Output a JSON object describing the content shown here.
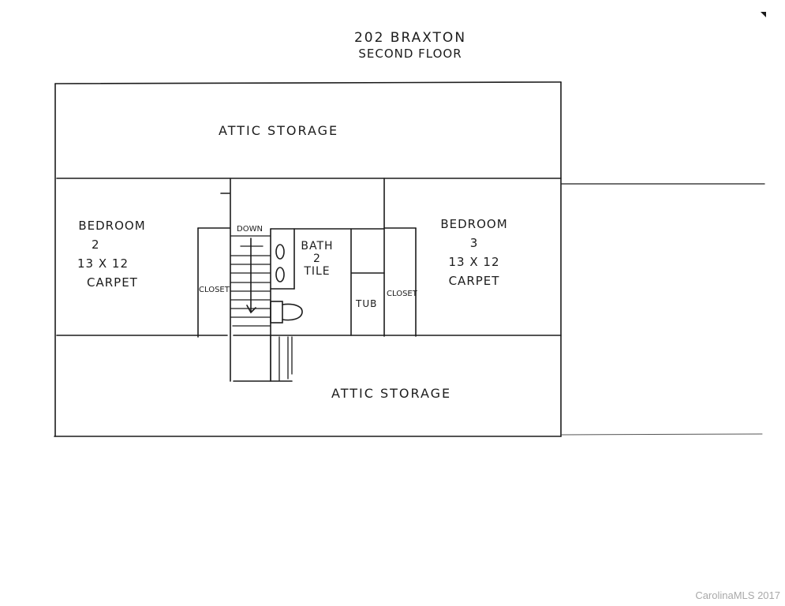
{
  "title": {
    "address": "202 BRAXTON",
    "floor": "SECOND FLOOR"
  },
  "rooms": {
    "attic_top": {
      "label": "ATTIC STORAGE"
    },
    "attic_bottom": {
      "label": "ATTIC STORAGE"
    },
    "bedroom2": {
      "name": "BEDROOM",
      "number": "2",
      "dimensions": "13 X 12",
      "flooring": "CARPET"
    },
    "bedroom3": {
      "name": "BEDROOM",
      "number": "3",
      "dimensions": "13 X 12",
      "flooring": "CARPET"
    },
    "bath2": {
      "name": "BATH",
      "number": "2",
      "flooring": "TILE"
    },
    "closet_left": {
      "label": "CLOSET"
    },
    "closet_right": {
      "label": "CLOSET"
    },
    "tub": {
      "label": "TUB"
    },
    "stairs": {
      "label": "DOWN"
    }
  },
  "watermark": "CarolinaMLS 2017",
  "colors": {
    "ink": "#1c1c1c",
    "paper": "#ffffff",
    "watermark": "#a9a9a9"
  }
}
